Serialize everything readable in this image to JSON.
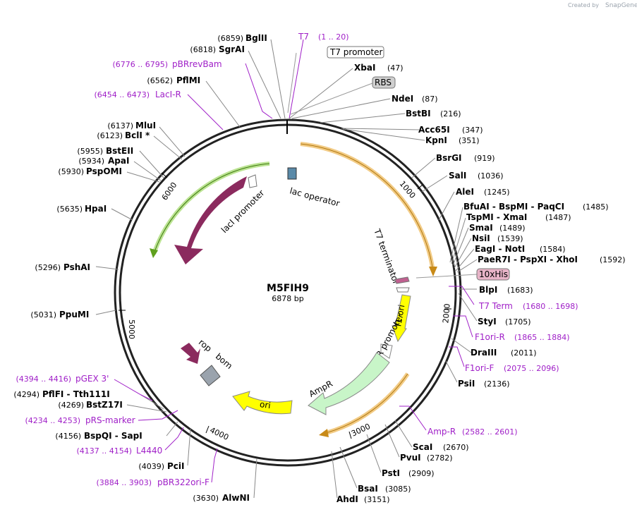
{
  "credit": {
    "text": "Created by",
    "brand": "SnapGene"
  },
  "plasmid": {
    "name": "M5FIH9",
    "length": "6878 bp"
  },
  "ticks": [
    "1000",
    "2000",
    "3000",
    "4000",
    "5000",
    "6000"
  ],
  "right_sites": [
    {
      "name": "XbaI",
      "pos": "(47)"
    },
    {
      "name": "NdeI",
      "pos": "(87)"
    },
    {
      "name": "BstBI",
      "pos": "(216)"
    },
    {
      "name": "Acc65I",
      "pos": "(347)"
    },
    {
      "name": "KpnI",
      "pos": "(351)"
    },
    {
      "name": "BsrGI",
      "pos": "(919)"
    },
    {
      "name": "SalI",
      "pos": "(1036)"
    },
    {
      "name": "AleI",
      "pos": "(1245)"
    },
    {
      "name": "BfuAI - BspMI - PaqCI",
      "pos": "(1485)"
    },
    {
      "name": "TspMI - XmaI",
      "pos": "(1487)"
    },
    {
      "name": "SmaI",
      "pos": "(1489)"
    },
    {
      "name": "NsiI",
      "pos": "(1539)"
    },
    {
      "name": "EagI - NotI",
      "pos": "(1584)"
    },
    {
      "name": "PaeR7I - PspXI - XhoI",
      "pos": "(1592)"
    },
    {
      "name": "BlpI",
      "pos": "(1683)"
    },
    {
      "name": "StyI",
      "pos": "(1705)"
    },
    {
      "name": "DraIII",
      "pos": "(2011)"
    },
    {
      "name": "PsiI",
      "pos": "(2136)"
    },
    {
      "name": "ScaI",
      "pos": "(2670)"
    },
    {
      "name": "PvuI",
      "pos": "(2782)"
    },
    {
      "name": "PstI",
      "pos": "(2909)"
    },
    {
      "name": "BsaI",
      "pos": "(3085)"
    },
    {
      "name": "AhdI",
      "pos": "(3151)"
    }
  ],
  "left_sites": [
    {
      "name": "BglII",
      "pos": "(6859)"
    },
    {
      "name": "SgrAI",
      "pos": "(6818)"
    },
    {
      "name": "PflMI",
      "pos": "(6562)"
    },
    {
      "name": "MluI",
      "pos": "(6137)"
    },
    {
      "name": "BclI *",
      "pos": "(6123)"
    },
    {
      "name": "BstEII",
      "pos": "(5955)"
    },
    {
      "name": "ApaI",
      "pos": "(5934)"
    },
    {
      "name": "PspOMI",
      "pos": "(5930)"
    },
    {
      "name": "HpaI",
      "pos": "(5635)"
    },
    {
      "name": "PshAI",
      "pos": "(5296)"
    },
    {
      "name": "PpuMI",
      "pos": "(5031)"
    },
    {
      "name": "PflFI - Tth111I",
      "pos": "(4294)"
    },
    {
      "name": "BstZ17I",
      "pos": "(4269)"
    },
    {
      "name": "BspQI - SapI",
      "pos": "(4156)"
    },
    {
      "name": "PciI",
      "pos": "(4039)"
    },
    {
      "name": "AlwNI",
      "pos": "(3630)"
    }
  ],
  "primers_right": [
    {
      "name": "T7 Term",
      "range": "(1680 .. 1698)"
    },
    {
      "name": "F1ori-R",
      "range": "(1865 .. 1884)"
    },
    {
      "name": "F1ori-F",
      "range": "(2075 .. 2096)"
    },
    {
      "name": "Amp-R",
      "range": "(2582 .. 2601)"
    }
  ],
  "primers_left": [
    {
      "name": "pBRrevBam",
      "range": "(6776 .. 6795)"
    },
    {
      "name": "LacI-R",
      "range": "(6454 .. 6473)"
    },
    {
      "name": "pGEX 3'",
      "range": "(4394 .. 4416)"
    },
    {
      "name": "pRS-marker",
      "range": "(4234 .. 4253)"
    },
    {
      "name": "L4440",
      "range": "(4137 .. 4154)"
    },
    {
      "name": "pBR322ori-F",
      "range": "(3884 .. 3903)"
    }
  ],
  "primer_top": {
    "name": "T7",
    "range": "(1 .. 20)"
  },
  "boxed_features": {
    "t7_promoter": "T7 promoter",
    "rbs": "RBS",
    "his": "10xHis"
  },
  "features": {
    "lac_operator": "lac operator",
    "laci": "lacI",
    "laci_promoter": "lacI promoter",
    "t7_terminator": "T7 terminator",
    "f1_ori": "f1 ori",
    "ampr_promoter": "AmpR promoter",
    "ampr": "AmpR",
    "ori": "ori",
    "rop": "rop",
    "bom": "bom"
  },
  "colors": {
    "laci": "#8b2a5e",
    "f1_ori": "#ffff00",
    "ampr": "#c8f5c8",
    "ori": "#ffff00",
    "orange_orf": "#e8a020",
    "green_orf": "#5fa01e",
    "primer": "#a020c8",
    "his": "#e8b4c8",
    "bom": "#9aa3ad",
    "operator": "#5a8aa8"
  }
}
